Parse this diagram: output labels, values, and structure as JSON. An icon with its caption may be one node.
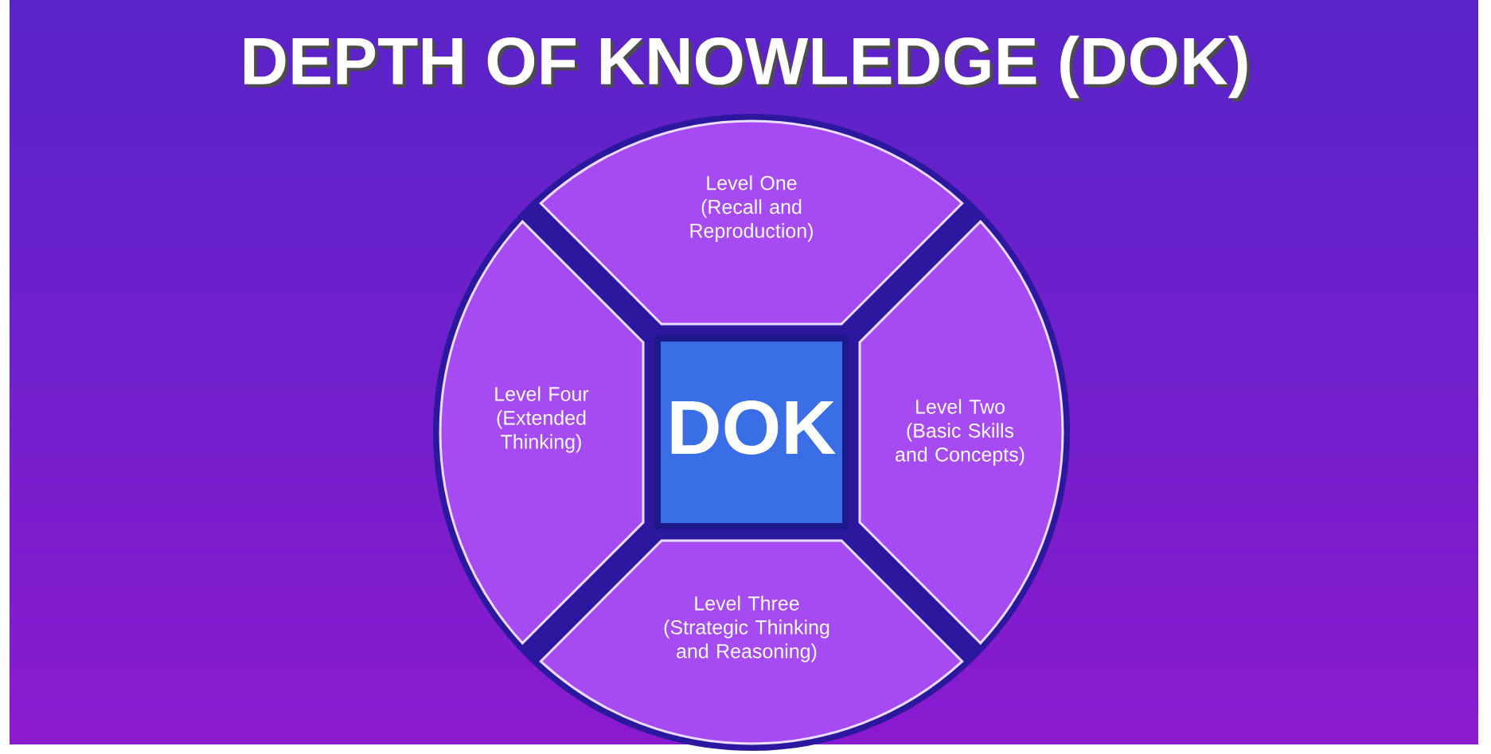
{
  "diagram": {
    "title": "DEPTH OF KNOWLEDGE (DOK)",
    "nodes": [
      {
        "text": [
          "Level One",
          "(Recall and Reproduction)"
        ]
      },
      {
        "text": [
          "Level Four",
          "(Extended Thinking)"
        ]
      },
      {
        "text": [
          "DOK"
        ]
      },
      {
        "text": [
          "Level Two",
          "(Basic Skills and Concepts)"
        ]
      },
      {
        "text": [
          "Level Three",
          "(Strategic Thinking and Reasoning)"
        ]
      }
    ]
  }
}
